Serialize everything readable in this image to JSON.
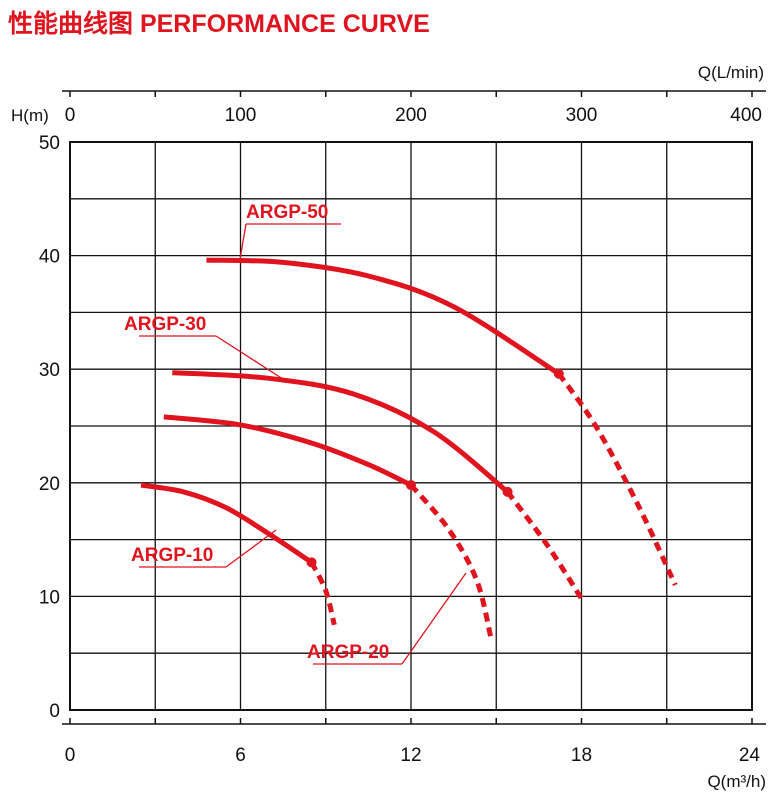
{
  "title": "性能曲线图  PERFORMANCE CURVE",
  "colors": {
    "curve": "#e0141e",
    "grid": "#111111",
    "text": "#111111"
  },
  "chart_data": {
    "type": "line",
    "title": "性能曲线图  PERFORMANCE CURVE",
    "ylabel": "H(m)",
    "xlabel": "Q(m³/h)",
    "x2label": "Q(L/min)",
    "xlim": [
      0,
      24
    ],
    "ylim": [
      0,
      50
    ],
    "x2lim": [
      0,
      400
    ],
    "x_ticks": [
      0,
      6,
      12,
      18,
      24
    ],
    "x2_ticks": [
      0,
      100,
      200,
      300,
      400
    ],
    "y_ticks": [
      0,
      10,
      20,
      30,
      40,
      50
    ],
    "grid": true,
    "series": [
      {
        "name": "ARGP-10",
        "solid": [
          [
            2.5,
            19.8
          ],
          [
            4,
            19.2
          ],
          [
            5.5,
            17.8
          ],
          [
            7,
            15.5
          ],
          [
            8.5,
            13
          ]
        ],
        "dashed": [
          [
            8.5,
            13
          ],
          [
            9,
            10.5
          ],
          [
            9.3,
            7.5
          ]
        ],
        "marker": [
          8.5,
          13
        ]
      },
      {
        "name": "ARGP-20",
        "solid": [
          [
            3.3,
            25.8
          ],
          [
            6,
            25.1
          ],
          [
            8.5,
            23.5
          ],
          [
            10.5,
            21.6
          ],
          [
            12,
            19.8
          ]
        ],
        "dashed": [
          [
            12,
            19.8
          ],
          [
            13.3,
            16
          ],
          [
            14.3,
            11.5
          ],
          [
            14.8,
            6.5
          ]
        ],
        "marker": [
          12,
          19.8
        ]
      },
      {
        "name": "ARGP-30",
        "solid": [
          [
            3.6,
            29.7
          ],
          [
            7,
            29.2
          ],
          [
            10,
            27.8
          ],
          [
            12.8,
            24.5
          ],
          [
            15.4,
            19.2
          ]
        ],
        "dashed": [
          [
            15.4,
            19.2
          ],
          [
            16.8,
            14.5
          ],
          [
            18,
            9.8
          ]
        ],
        "marker": [
          15.4,
          19.2
        ]
      },
      {
        "name": "ARGP-50",
        "solid": [
          [
            4.8,
            39.6
          ],
          [
            7.5,
            39.4
          ],
          [
            10.5,
            38.2
          ],
          [
            13.5,
            35.5
          ],
          [
            17.2,
            29.6
          ]
        ],
        "dashed": [
          [
            17.2,
            29.6
          ],
          [
            18.5,
            25
          ],
          [
            20,
            18
          ],
          [
            21.3,
            11
          ]
        ],
        "marker": [
          17.2,
          29.6
        ]
      }
    ]
  }
}
